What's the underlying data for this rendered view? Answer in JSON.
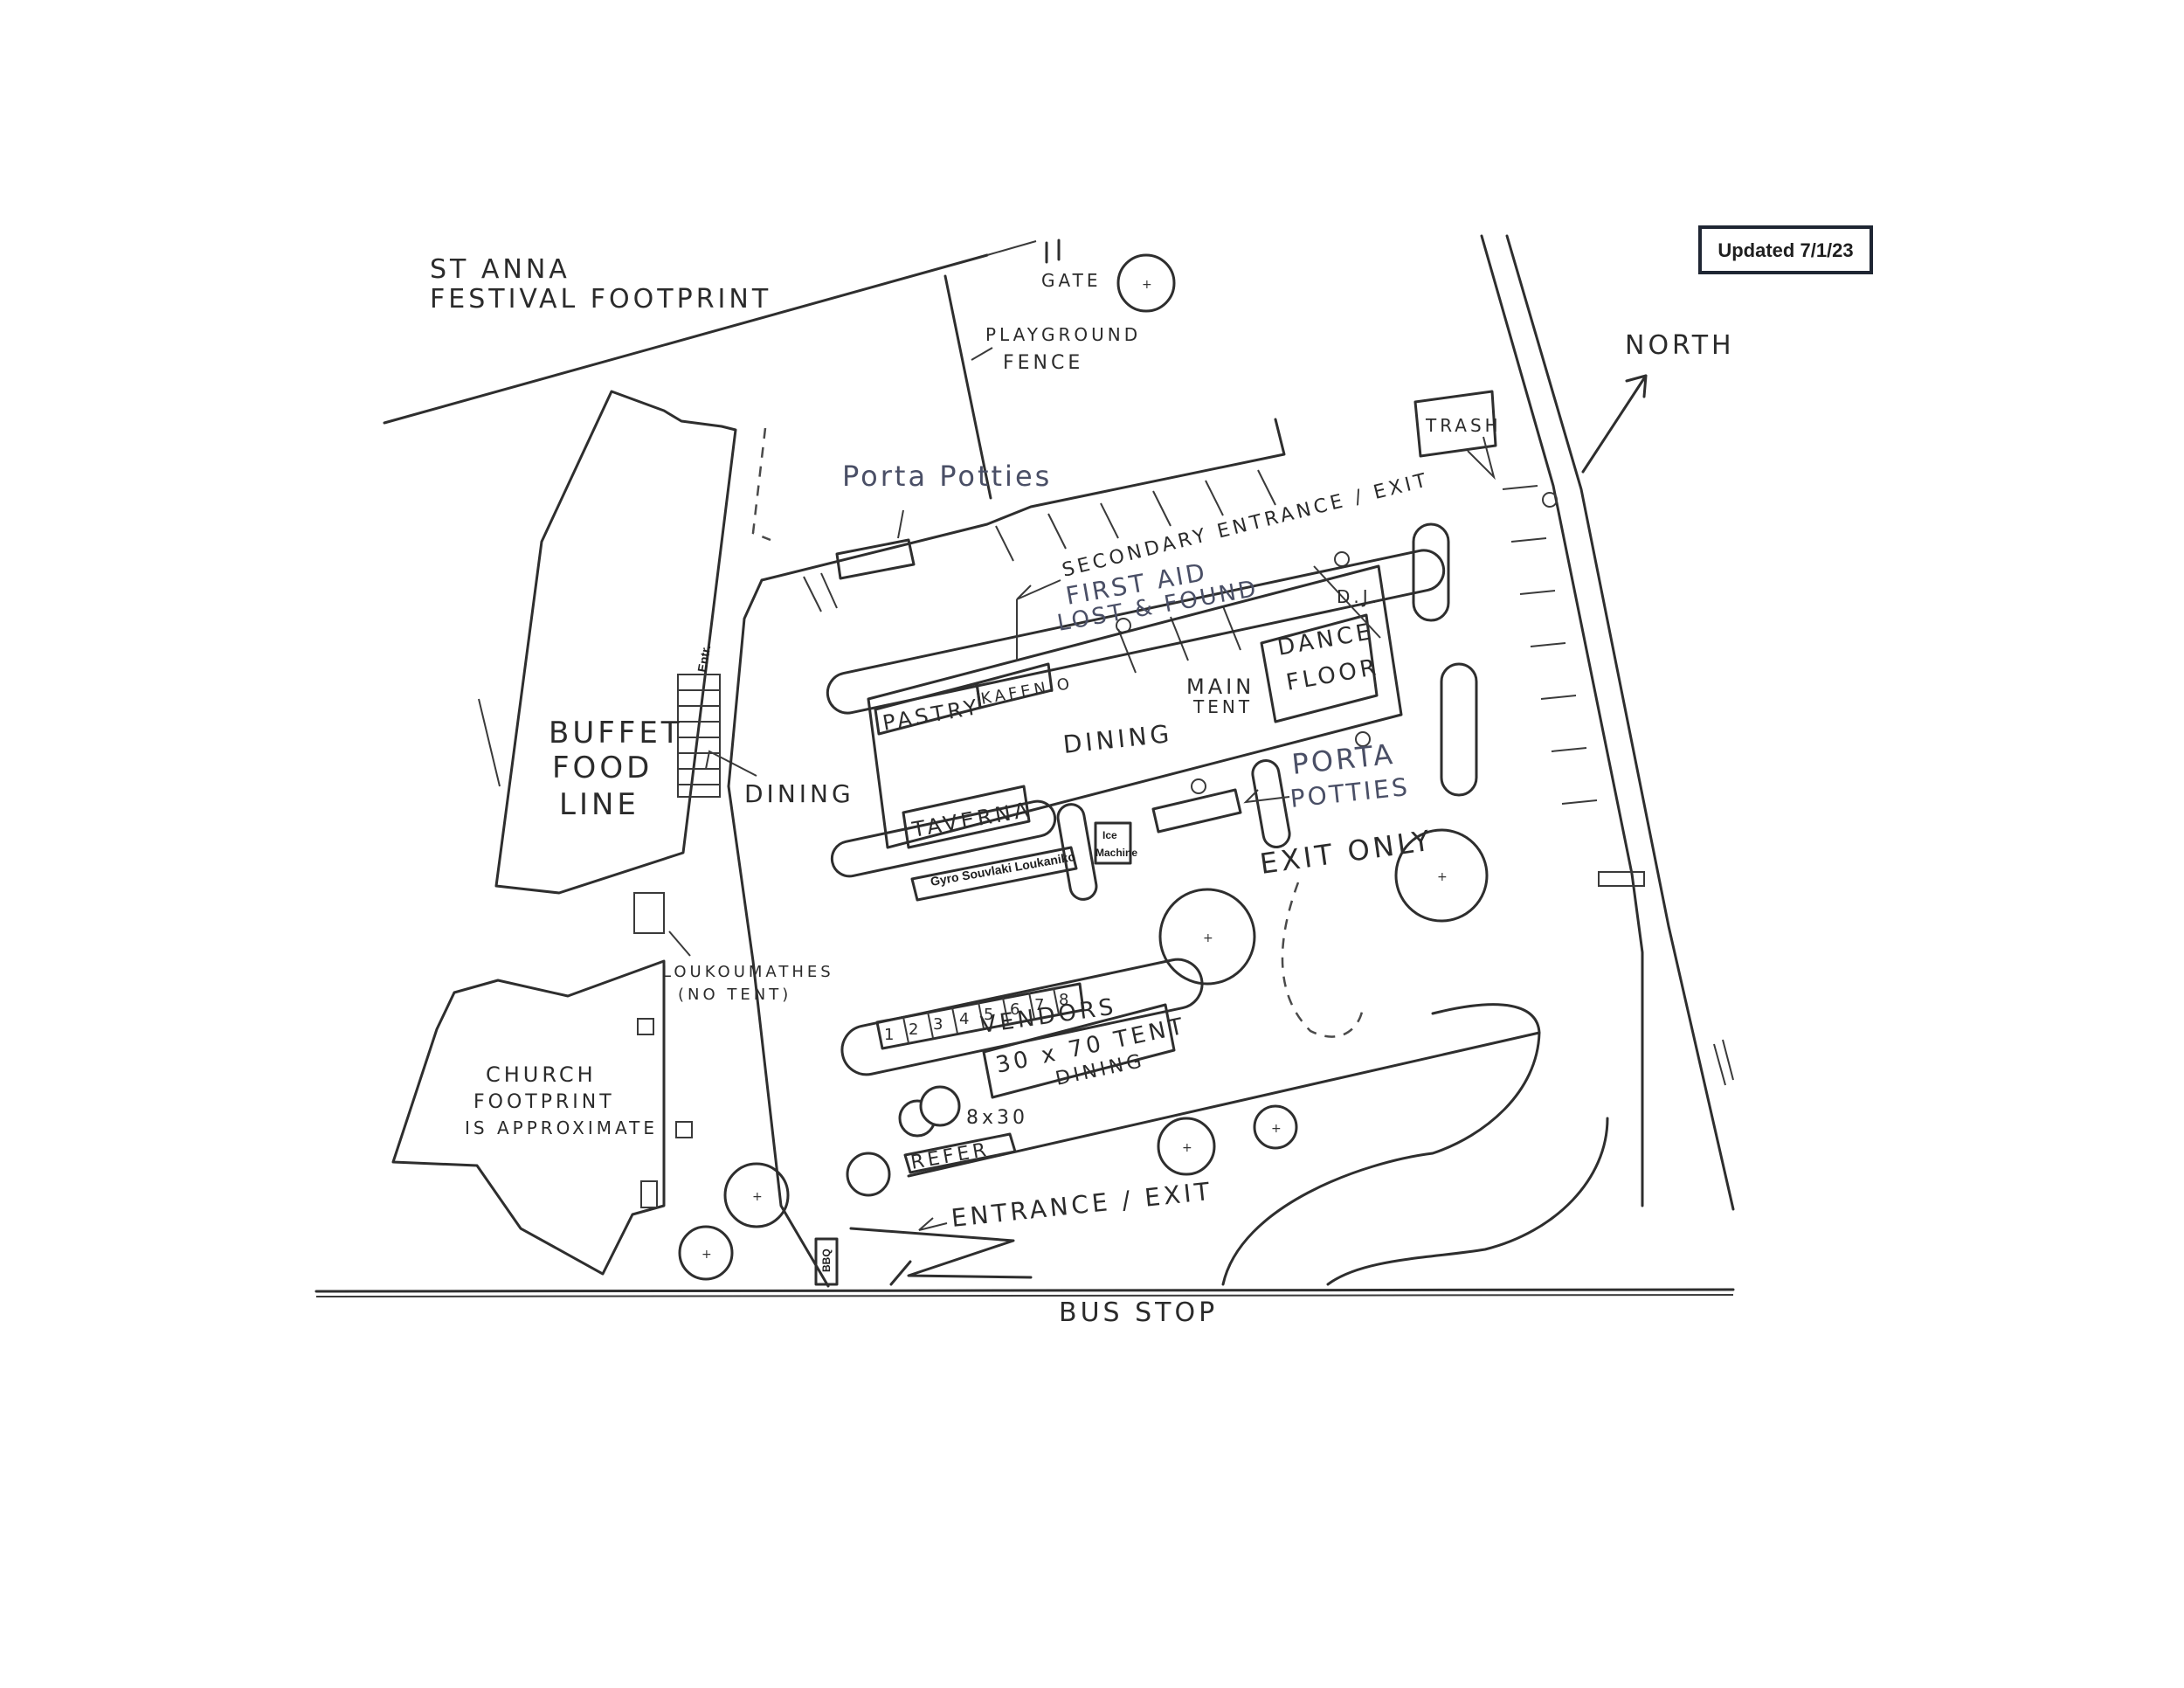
{
  "title_lines": [
    "ST ANNA",
    "FESTIVAL FOOTPRINT"
  ],
  "updated_badge": "Updated 7/1/23",
  "compass": "NORTH",
  "labels": {
    "gate": "GATE",
    "playground_fence_1": "PLAYGROUND",
    "playground_fence_2": "FENCE",
    "trash": "TRASH",
    "porta_potties_top": "Porta Potties",
    "secondary_entrance": "SECONDARY ENTRANCE / EXIT",
    "first_aid": "FIRST AID",
    "lost_found": "LOST & FOUND",
    "dj": "D.J.",
    "dance_floor_1": "DANCE",
    "dance_floor_2": "FLOOR",
    "main_tent_1": "MAIN",
    "main_tent_2": "TENT",
    "pastry": "PASTRY",
    "kafenio": "KAFENIO",
    "dining_main": "DINING",
    "taverna": "TAVERNA",
    "porta_potties_mid_1": "PORTA",
    "porta_potties_mid_2": "POTTIES",
    "exit_only": "EXIT ONLY",
    "gyro_booth": "Gyro Souvlaki Loukaniko",
    "ice_machine_1": "Ice",
    "ice_machine_2": "Machine",
    "buffet_1": "BUFFET",
    "buffet_2": "FOOD",
    "buffet_3": "LINE",
    "entr": "Entr.",
    "dining_left": "DINING",
    "loukoumathes_1": "LOUKOUMATHES",
    "loukoumathes_2": "(NO TENT)",
    "vendors": "VENDORS",
    "tent_30x70_1": "30 x 70 TENT",
    "tent_30x70_2": "DINING",
    "size_8x30": "8x30",
    "refer": "REFER",
    "church_1": "CHURCH",
    "church_2": "FOOTPRINT",
    "church_3": "IS APPROXIMATE",
    "entrance_exit": "ENTRANCE / EXIT",
    "bbq": "BBQ",
    "bus_stop": "BUS STOP"
  },
  "vendor_stalls": [
    "1",
    "2",
    "3",
    "4",
    "5",
    "6",
    "7",
    "8"
  ]
}
